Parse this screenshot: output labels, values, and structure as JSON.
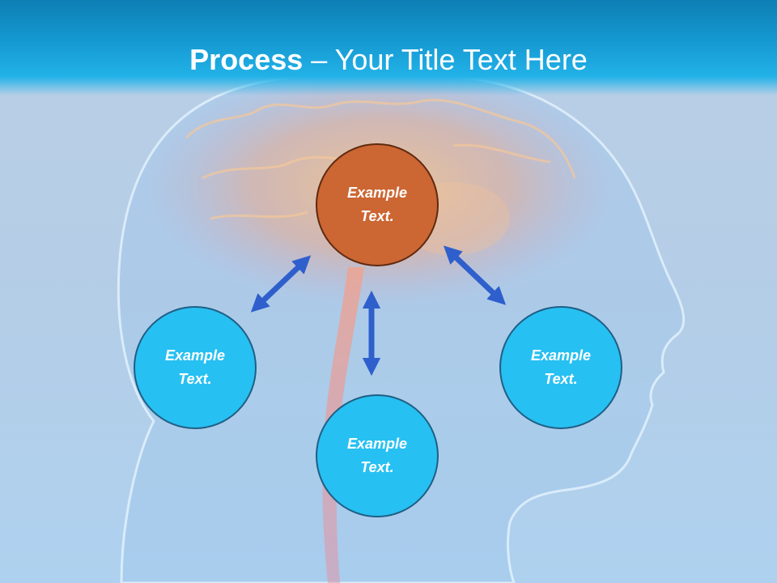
{
  "slide": {
    "title_bold": "Process",
    "title_rest": " – Your Title Text Here"
  },
  "nodes": {
    "top": {
      "text": "Example\nText.",
      "color": "#CC6633"
    },
    "left": {
      "text": "Example\nText.",
      "color": "#27C0F2"
    },
    "bottom": {
      "text": "Example\nText.",
      "color": "#27C0F2"
    },
    "right": {
      "text": "Example\nText.",
      "color": "#27C0F2"
    }
  },
  "colors": {
    "header": "#1497CF",
    "arrow": "#2E5FCC"
  }
}
